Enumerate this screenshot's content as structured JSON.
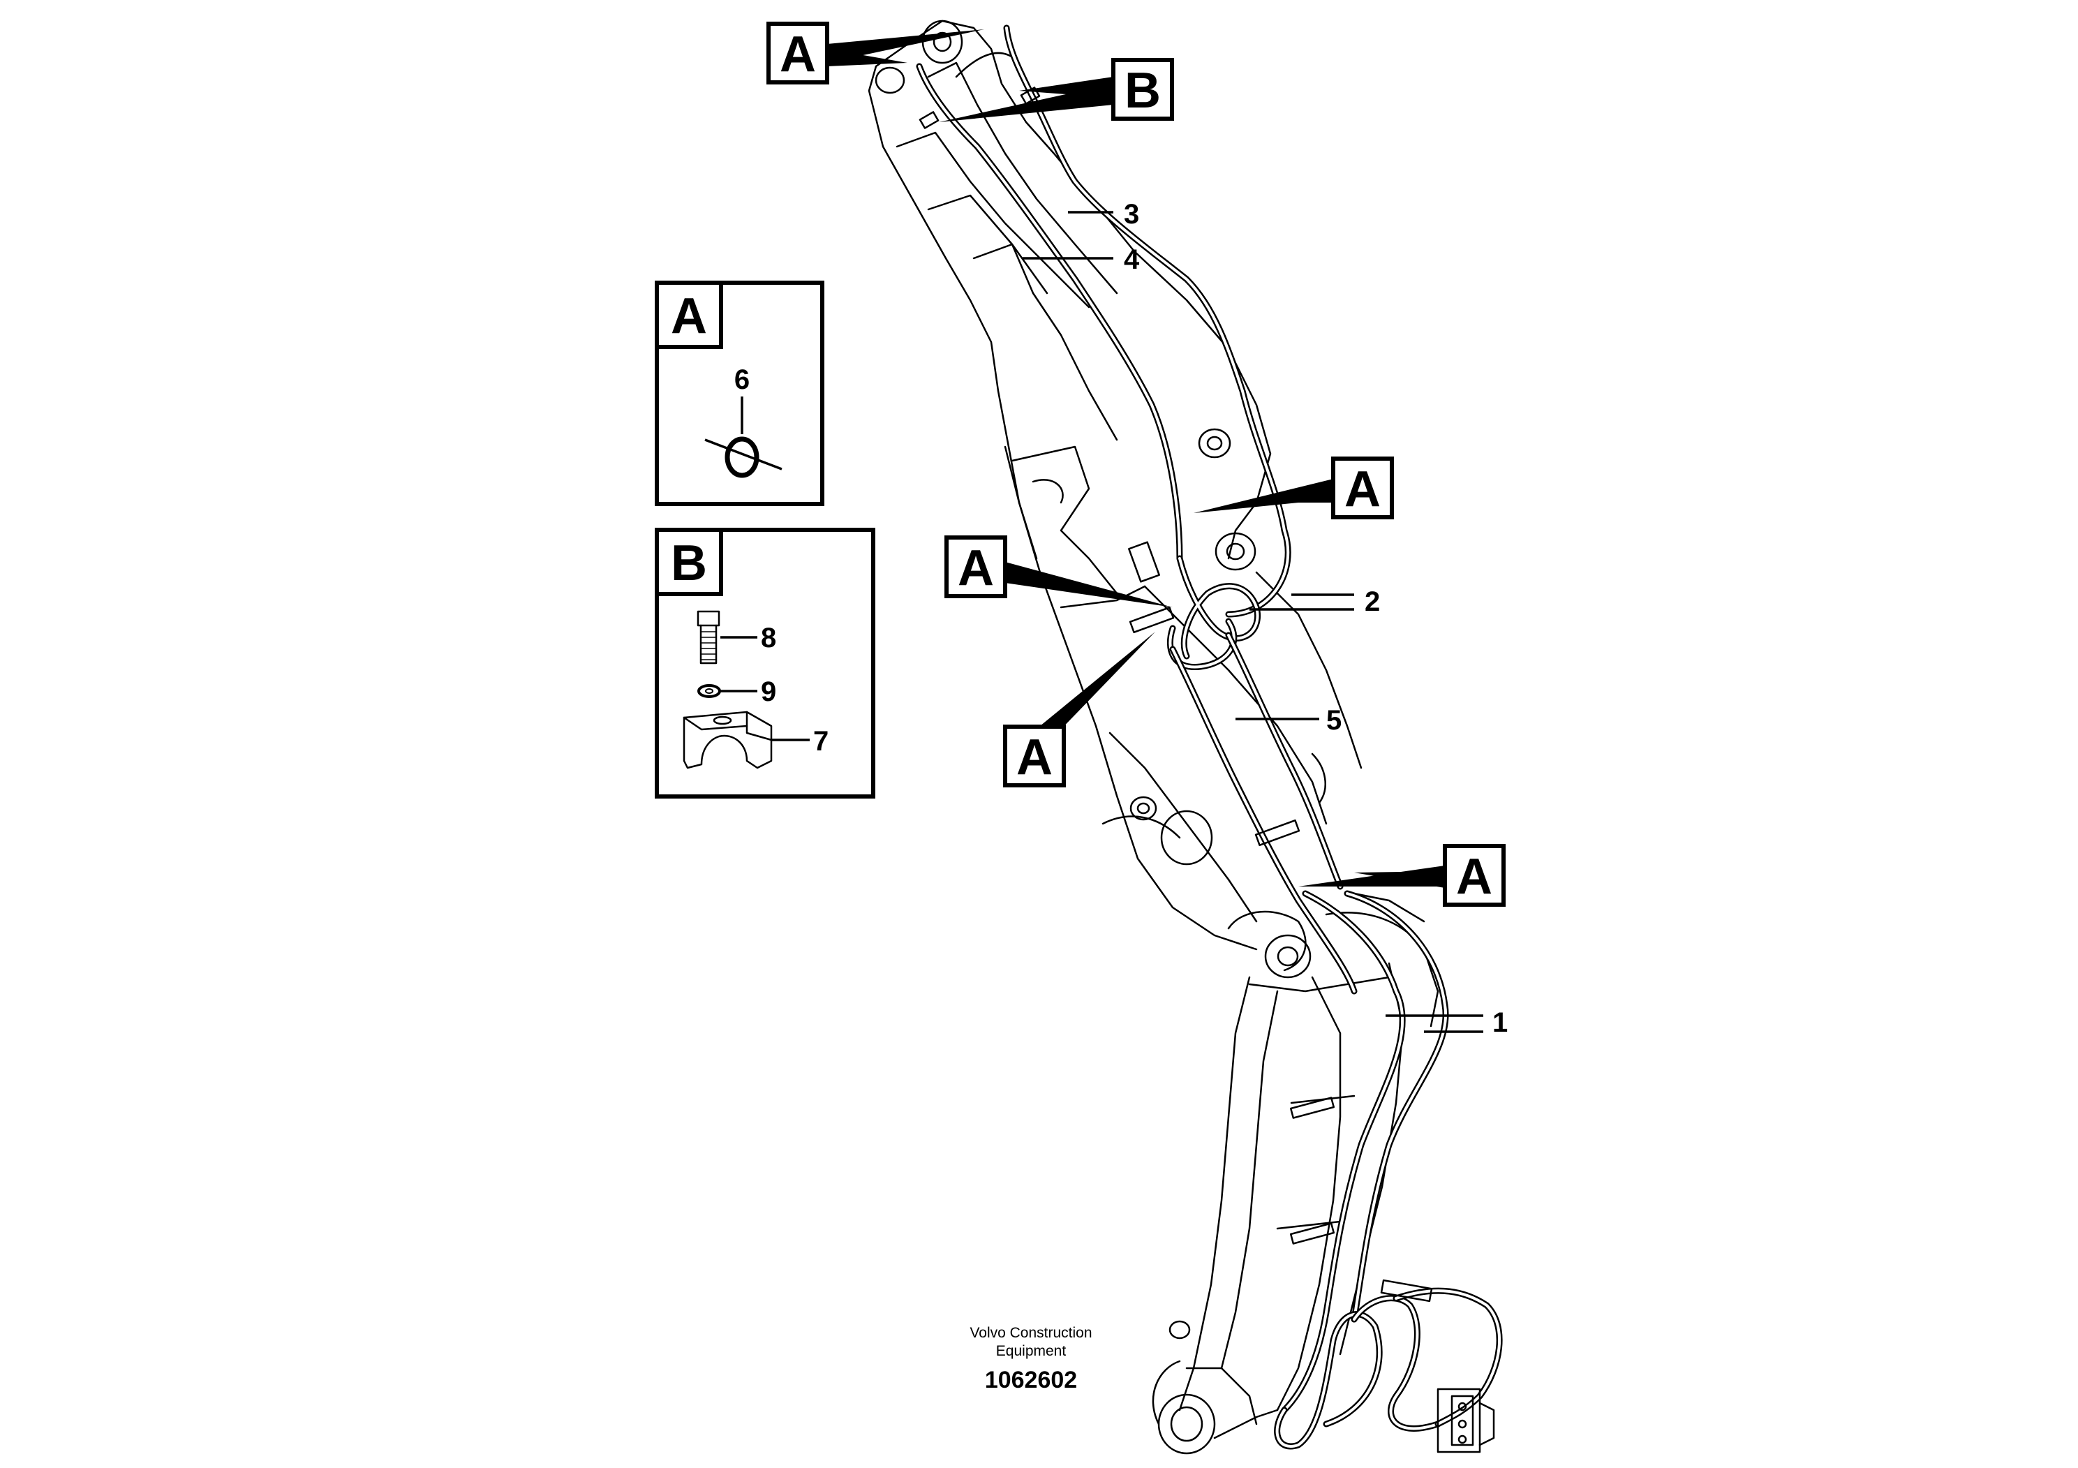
{
  "callouts": {
    "a_label": "A",
    "b_label": "B"
  },
  "detail_a": {
    "title": "A",
    "part_6": "6"
  },
  "detail_b": {
    "title": "B",
    "part_8": "8",
    "part_9": "9",
    "part_7": "7"
  },
  "parts": {
    "p1": "1",
    "p2": "2",
    "p3": "3",
    "p4": "4",
    "p5": "5"
  },
  "credit": {
    "line1": "Volvo Construction",
    "line2": "Equipment",
    "doc_number": "1062602"
  }
}
